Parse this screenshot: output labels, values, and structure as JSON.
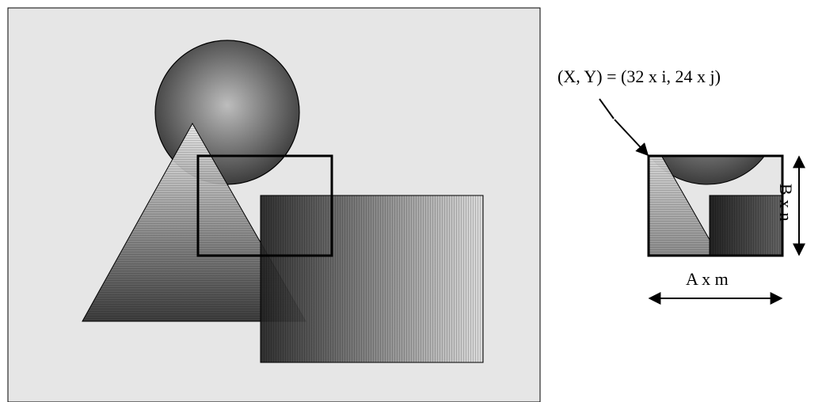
{
  "labels": {
    "coordinate": "(X, Y) = (32 x i, 24 x j)",
    "width": "A x m",
    "height": "B x n"
  },
  "colors": {
    "canvas_bg": "#e6e6e6",
    "stroke": "#000000",
    "shade_dark": "#3a3a3a",
    "shade_light": "#e0e0e0"
  }
}
